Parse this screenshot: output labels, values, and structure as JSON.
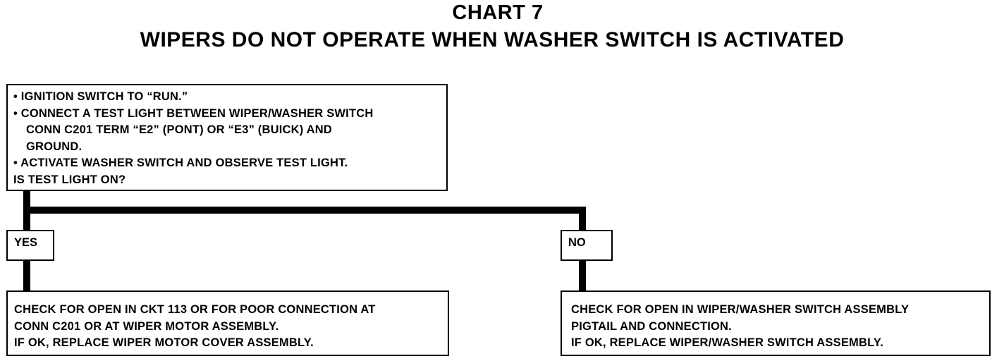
{
  "title": {
    "line1": "CHART 7",
    "line2": "WIPERS DO NOT OPERATE WHEN WASHER SWITCH IS ACTIVATED"
  },
  "question": {
    "lines": [
      "• IGNITION SWITCH TO “RUN.”",
      "• CONNECT A TEST LIGHT BETWEEN WIPER/WASHER SWITCH",
      "CONN C201 TERM “E2” (PONT) OR “E3” (BUICK) AND",
      "GROUND.",
      "• ACTIVATE WASHER SWITCH AND OBSERVE TEST LIGHT.",
      "IS TEST LIGHT ON?"
    ]
  },
  "branches": {
    "yes_label": "YES",
    "no_label": "NO"
  },
  "yes_result": {
    "lines": [
      "CHECK FOR OPEN IN CKT 113 OR FOR POOR CONNECTION AT",
      "CONN C201 OR AT WIPER MOTOR ASSEMBLY.",
      "IF OK, REPLACE WIPER MOTOR COVER ASSEMBLY."
    ]
  },
  "no_result": {
    "lines": [
      "CHECK FOR OPEN IN WIPER/WASHER SWITCH ASSEMBLY",
      "PIGTAIL AND CONNECTION.",
      "IF OK, REPLACE WIPER/WASHER SWITCH ASSEMBLY."
    ]
  }
}
